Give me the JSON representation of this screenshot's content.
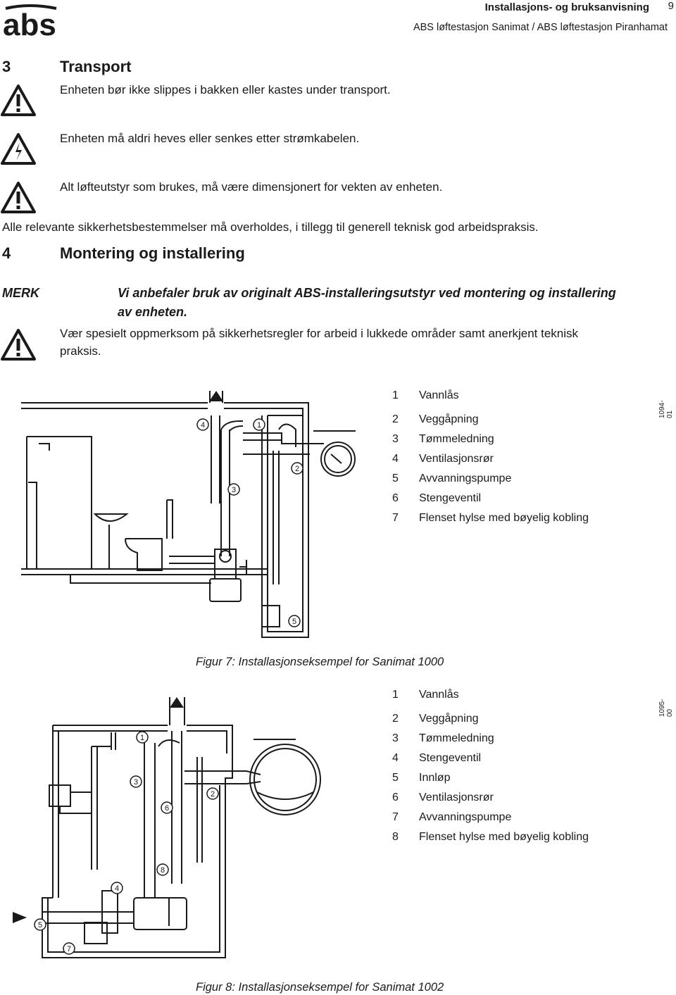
{
  "header": {
    "logo_text": "abs",
    "title": "Installasjons- og bruksanvisning",
    "subtitle": "ABS løftestasjon Sanimat / ABS løftestasjon Piranhamat",
    "page_number": "9"
  },
  "section3": {
    "number": "3",
    "title": "Transport",
    "lines": [
      "Enheten bør ikke slippes i bakken eller kastes under transport.",
      "Enheten må aldri heves eller senkes etter strømkabelen.",
      "Alt løfteutstyr som brukes, må være dimensjonert for vekten av enheten.",
      "Alle relevante sikkerhetsbestemmelser må overholdes, i tillegg til generell teknisk god arbeidspraksis."
    ]
  },
  "section4": {
    "number": "4",
    "title": "Montering og installering",
    "note_label": "MERK",
    "note_line1": "Vi anbefaler bruk av originalt ABS-installeringsutstyr ved montering og installering",
    "note_line2": "av enheten.",
    "warning_line1": "Vær spesielt oppmerksom på sikkerhetsregler for arbeid i lukkede områder samt anerkjent teknisk",
    "warning_line2": "praksis."
  },
  "figure7": {
    "code": "1094-01",
    "caption": "Figur 7: Installasjonseksempel for Sanimat 1000",
    "callouts": [
      "1",
      "2",
      "3",
      "4",
      "5"
    ],
    "legend": [
      {
        "n": "1",
        "label": "Vannlås"
      },
      {
        "n": "2",
        "label": "Veggåpning"
      },
      {
        "n": "3",
        "label": "Tømmeledning"
      },
      {
        "n": "4",
        "label": "Ventilasjonsrør"
      },
      {
        "n": "5",
        "label": "Avvanningspumpe"
      },
      {
        "n": "6",
        "label": "Stengeventil"
      },
      {
        "n": "7",
        "label": "Flenset hylse med bøyelig kobling"
      }
    ]
  },
  "figure8": {
    "code": "1095-00",
    "caption": "Figur 8: Installasjonseksempel for Sanimat 1002",
    "callouts": [
      "1",
      "2",
      "3",
      "4",
      "5",
      "6",
      "7",
      "8"
    ],
    "legend": [
      {
        "n": "1",
        "label": "Vannlås"
      },
      {
        "n": "2",
        "label": "Veggåpning"
      },
      {
        "n": "3",
        "label": "Tømmeledning"
      },
      {
        "n": "4",
        "label": "Stengeventil"
      },
      {
        "n": "5",
        "label": "Innløp"
      },
      {
        "n": "6",
        "label": "Ventilasjonsrør"
      },
      {
        "n": "7",
        "label": "Avvanningspumpe"
      },
      {
        "n": "8",
        "label": "Flenset hylse med bøyelig kobling"
      }
    ]
  }
}
